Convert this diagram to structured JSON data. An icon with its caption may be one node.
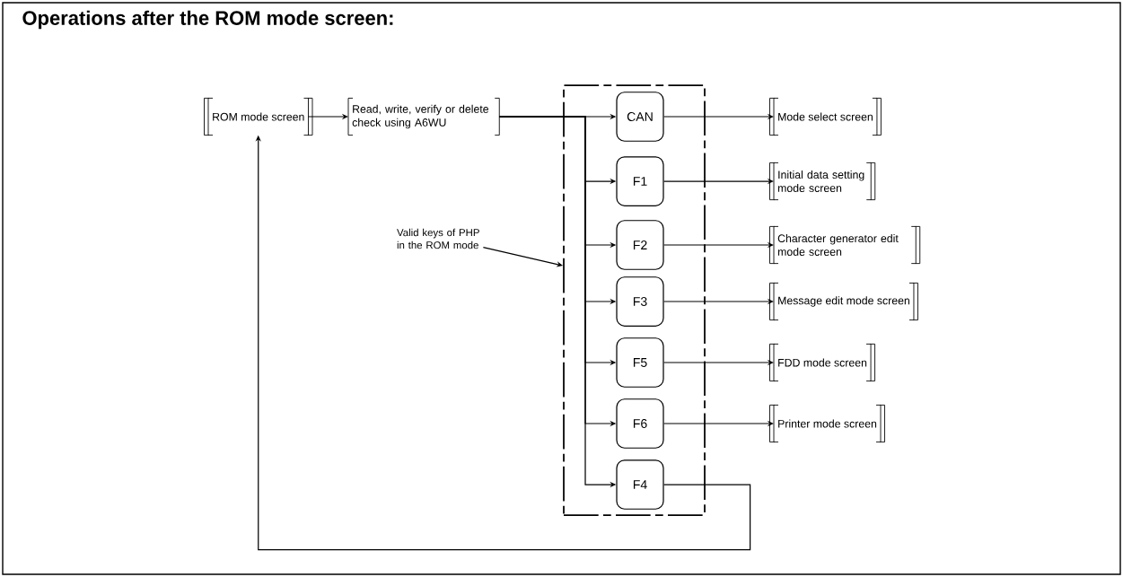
{
  "diagram": {
    "title": "Operations after the ROM mode screen:",
    "nodes": [
      {
        "text": [
          "ROM mode screen"
        ]
      },
      {
        "text": [
          "Read, write, verify or delete check using A6WU"
        ]
      },
      {
        "text": [
          "Valid keys of PHP in the ROM mode"
        ]
      },
      {
        "text": [],
        "shape": "box"
      },
      {
        "text": [
          "CAN"
        ],
        "in": 3
      },
      {
        "text": [
          "F1"
        ],
        "in": 3
      },
      {
        "text": [
          "F2"
        ],
        "in": 3
      },
      {
        "text": [
          "F3"
        ],
        "in": 3
      },
      {
        "text": [
          "F5"
        ],
        "in": 3
      },
      {
        "text": [
          "F6"
        ],
        "in": 3
      },
      {
        "text": [
          "F4"
        ],
        "in": 3
      },
      {
        "text": [
          "Mode select screen"
        ]
      },
      {
        "text": [
          "Initial data setting mode screen"
        ]
      },
      {
        "text": [
          "Character generator edit mode screen"
        ]
      },
      {
        "text": [
          "Message edit mode screen"
        ]
      },
      {
        "text": [
          "FDD mode screen"
        ]
      },
      {
        "text": [
          "Printer mode screen"
        ]
      }
    ],
    "edges": [
      {
        "from": 0,
        "to": 1,
        "arrow": "to"
      },
      {
        "from": 1,
        "to": 4,
        "arrow": "to"
      },
      {
        "from": 1,
        "to": 5,
        "arrow": "to"
      },
      {
        "from": 1,
        "to": 6,
        "arrow": "to"
      },
      {
        "from": 1,
        "to": 7,
        "arrow": "to"
      },
      {
        "from": 1,
        "to": 8,
        "arrow": "to"
      },
      {
        "from": 1,
        "to": 9,
        "arrow": "to"
      },
      {
        "from": 1,
        "to": 10,
        "arrow": "to"
      },
      {
        "from": 4,
        "to": 11,
        "arrow": "to"
      },
      {
        "from": 5,
        "to": 12,
        "arrow": "to"
      },
      {
        "from": 6,
        "to": 13,
        "arrow": "to"
      },
      {
        "from": 7,
        "to": 14,
        "arrow": "to"
      },
      {
        "from": 8,
        "to": 15,
        "arrow": "to"
      },
      {
        "from": 9,
        "to": 16,
        "arrow": "to"
      },
      {
        "from": 10,
        "to": 0,
        "arrow": "to"
      },
      {
        "from": 2,
        "to": 3,
        "arrow": "to"
      }
    ]
  }
}
